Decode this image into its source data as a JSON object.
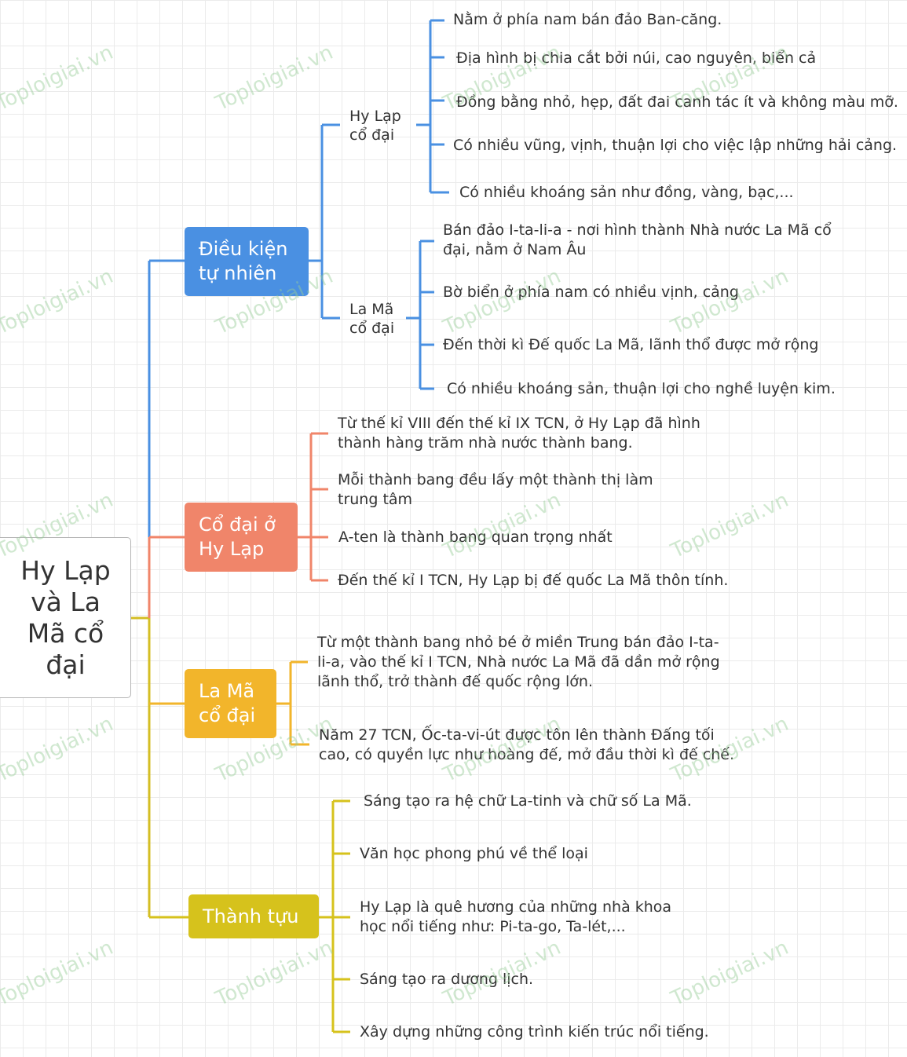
{
  "root": {
    "title": "Hy Lạp\nvà La\nMã cổ\nđại"
  },
  "colors": {
    "blue": "#4a90e2",
    "salmon": "#f0856a",
    "orange": "#f2b52b",
    "yellow": "#d6c21c",
    "root_line": "#d4be24"
  },
  "branches": {
    "dieu_kien": {
      "label": "Điều kiện tự nhiên",
      "groups": [
        {
          "label": "Hy Lạp cổ đại",
          "items": [
            "Nằm ở phía nam bán đảo Ban-căng.",
            "Địa hình bị chia cắt bởi núi, cao nguyên, biển cả",
            "Đồng bằng nhỏ, hẹp, đất đai canh tác ít và không màu mỡ.",
            "Có nhiều vũng, vịnh, thuận lợi cho việc lập những hải cảng.",
            "Có nhiều khoáng sản như đồng, vàng, bạc,..."
          ]
        },
        {
          "label": "La Mã cổ đại",
          "items": [
            "Bán đảo I-ta-li-a - nơi hình thành Nhà nước La Mã cổ đại, nằm ở Nam Âu",
            "Bờ biển ở phía nam có nhiều vịnh, cảng",
            "Đến thời kì Đế quốc La Mã, lãnh thổ được mở rộng",
            "Có nhiều khoáng sản, thuận lợi cho nghề luyện kim."
          ]
        }
      ]
    },
    "co_dai": {
      "label": "Cổ đại ở Hy Lạp",
      "items": [
        "Từ thế kỉ VIII đến thế kỉ IX TCN, ở Hy Lạp đã hình thành hàng trăm nhà nước thành bang.",
        "Mỗi thành bang đều lấy một thành thị làm trung tâm",
        "A-ten là thành bang quan trọng nhất",
        "Đến thế kỉ I TCN, Hy Lạp bị đế quốc La Mã thôn tính."
      ]
    },
    "la_ma": {
      "label": "La Mã cổ đại",
      "items": [
        "Từ một thành bang nhỏ bé ở miền Trung bán đảo I-ta-li-a, vào thế kỉ I TCN, Nhà nước La Mã đã dần mở rộng lãnh thổ, trở thành đế quốc rộng lớn.",
        "Năm 27 TCN, Ốc-ta-vi-út được tôn lên thành Đấng tối cao, có quyền lực như hoàng đế, mở đầu thời kì đế chế."
      ]
    },
    "thanh_tuu": {
      "label": "Thành tựu",
      "items": [
        "Sáng tạo ra hệ chữ La-tinh và chữ số La Mã.",
        "Văn học phong phú về thể loại",
        "Hy Lạp là quê hương của những nhà khoa học nổi tiếng như: Pi-ta-go, Ta-lét,...",
        "Sáng tạo ra dương lịch.",
        "Xây dựng những công trình kiến trúc nổi tiếng."
      ]
    }
  },
  "watermark": "Toploigiai.vn"
}
